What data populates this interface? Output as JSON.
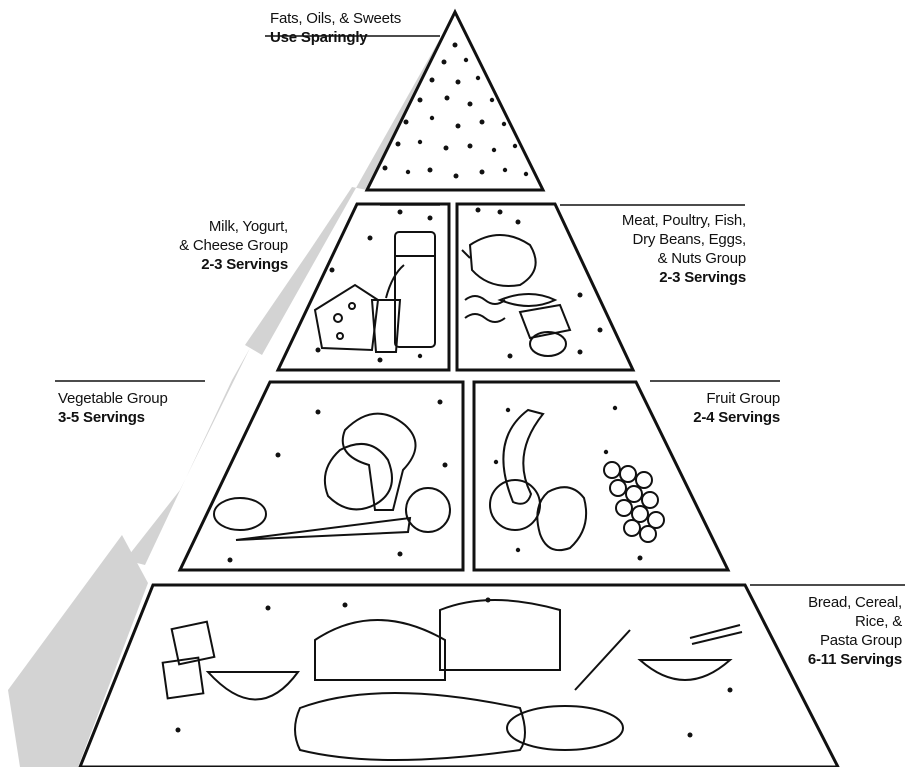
{
  "groups": {
    "fats": {
      "line1": "Fats, Oils, & Sweets",
      "servings": "Use Sparingly"
    },
    "milk": {
      "line1": "Milk, Yogurt,",
      "line2": "& Cheese Group",
      "servings": "2-3 Servings"
    },
    "meat": {
      "line1": "Meat, Poultry, Fish,",
      "line2": "Dry Beans, Eggs,",
      "line3": "& Nuts Group",
      "servings": "2-3 Servings"
    },
    "vegetable": {
      "line1": "Vegetable Group",
      "servings": "3-5 Servings"
    },
    "fruit": {
      "line1": "Fruit Group",
      "servings": "2-4 Servings"
    },
    "bread": {
      "line1": "Bread, Cereal,",
      "line2": "Rice, &",
      "line3": "Pasta Group",
      "servings": "6-11 Servings"
    }
  },
  "colors": {
    "line": "#111111",
    "shadow": "#d3d3d3",
    "background": "#ffffff"
  }
}
